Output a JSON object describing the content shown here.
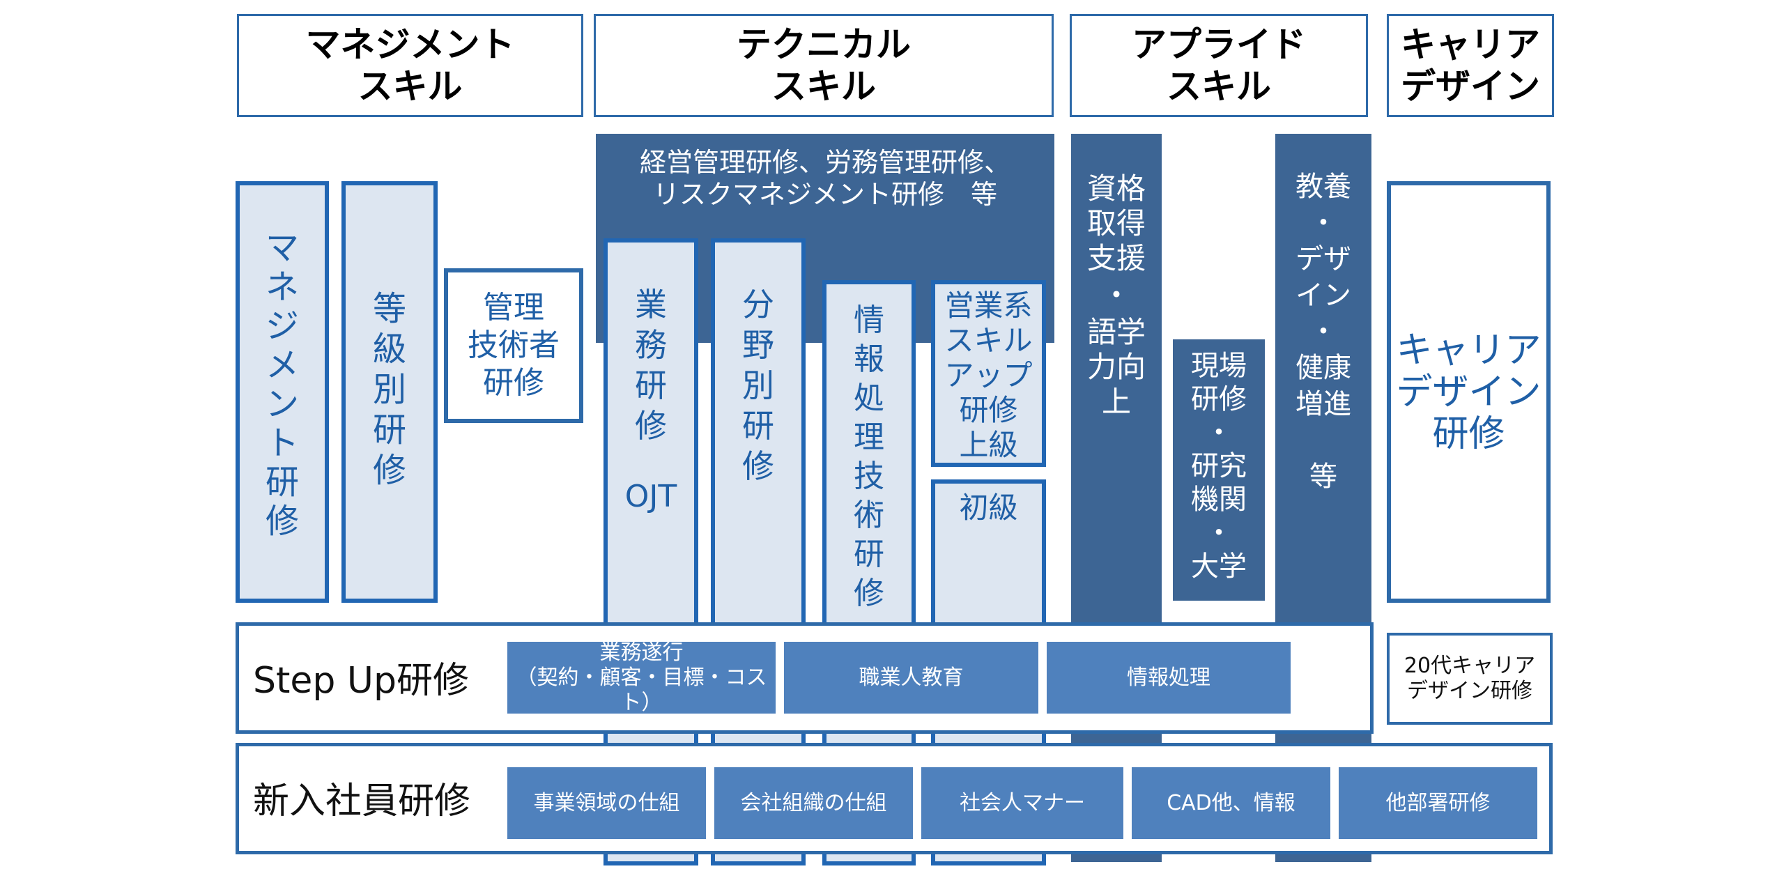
{
  "headers": {
    "management": {
      "line1": "マネジメント",
      "line2": "スキル"
    },
    "technical": {
      "line1": "テクニカル",
      "line2": "スキル"
    },
    "applied": {
      "line1": "アプライド",
      "line2": "スキル"
    },
    "career": {
      "line1": "キャリア",
      "line2": "デザイン"
    }
  },
  "management": {
    "mgmt_training": [
      "マ",
      "ネ",
      "ジ",
      "メ",
      "ン",
      "ト",
      "研",
      "修"
    ],
    "grade_training": [
      "等",
      "級",
      "別",
      "研",
      "修"
    ],
    "engineer_training": [
      "管理",
      "技術者",
      "研修"
    ]
  },
  "technical": {
    "banner_line1": "経営管理研修、労務管理研修、",
    "banner_line2": "リスクマネジメント研修　等",
    "business_training": [
      "業",
      "務",
      "研",
      "修"
    ],
    "ojt": "OJT",
    "field_training": [
      "分",
      "野",
      "別",
      "研",
      "修"
    ],
    "info_training": [
      "情",
      "報",
      "処",
      "理",
      "技",
      "術",
      "研",
      "修"
    ],
    "sales_advanced": [
      "営業系",
      "スキル",
      "アップ",
      "研修",
      "上級"
    ],
    "sales_beginner": "初級"
  },
  "applied": {
    "qualification": [
      "資",
      "格",
      "取",
      "得",
      "支",
      "援",
      "・",
      "語",
      "学",
      "力",
      "向",
      "上"
    ],
    "field_research": [
      "現場",
      "研修",
      "・",
      "研究",
      "機関",
      "・",
      "大学"
    ],
    "culture": [
      "教養",
      "・",
      "デザ",
      "イン",
      "・",
      "健康",
      "増進",
      "",
      "等"
    ]
  },
  "career": {
    "career_training": [
      "キャリア",
      "デザイン",
      "研修"
    ],
    "twenties_line1": "20代キャリア",
    "twenties_line2": "デザイン研修"
  },
  "stepup": {
    "label": "Step Up研修",
    "cells": [
      {
        "line1": "業務遂行",
        "line2": "（契約・顧客・目標・コスト）"
      },
      {
        "line1": "職業人教育",
        "line2": ""
      },
      {
        "line1": "情報処理",
        "line2": ""
      }
    ]
  },
  "newhire": {
    "label": "新入社員研修",
    "cells": [
      "事業領域の仕組",
      "会社組織の仕組",
      "社会人マナー",
      "CAD他、情報",
      "他部署研修"
    ]
  },
  "colors": {
    "dark": "#3d6594",
    "accent": "#4f81bd",
    "border": "#2e6aa9",
    "light": "#dde6f1"
  }
}
